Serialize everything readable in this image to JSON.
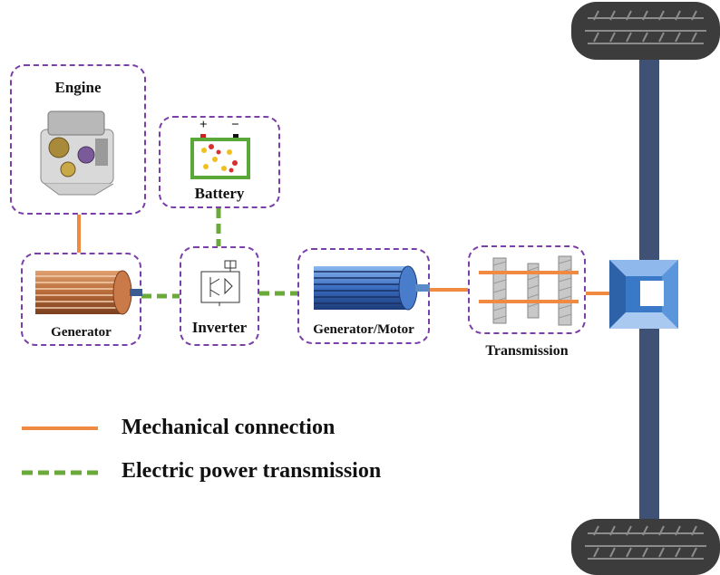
{
  "components": {
    "engine": "Engine",
    "battery": "Battery",
    "generator": "Generator",
    "inverter": "Inverter",
    "generator_motor": "Generator/Motor",
    "transmission": "Transmission"
  },
  "battery_terminals": {
    "positive": "+",
    "negative": "−"
  },
  "legend": {
    "mechanical": "Mechanical connection",
    "electric": "Electric power transmission"
  },
  "colors": {
    "mechanical": "#f08a40",
    "electric": "#6aaa3a",
    "box_border": "#7a3fa8",
    "axle": "#3f5175",
    "differential": "#3a78c8",
    "tire": "#3c3c3c"
  }
}
